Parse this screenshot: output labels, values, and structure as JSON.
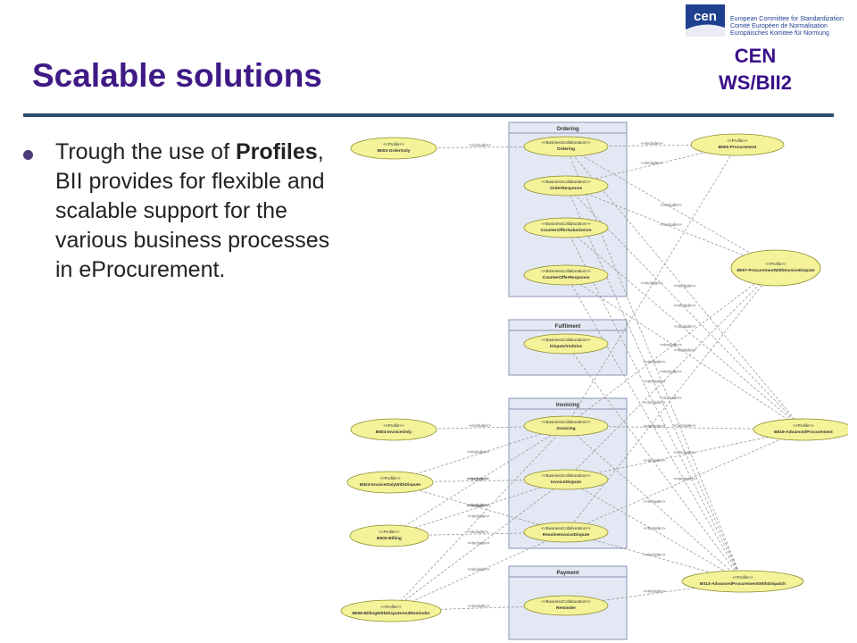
{
  "header": {
    "logo_text": "cen",
    "org_lines": [
      "European Committee for Standardization",
      "Comité Européen de Normalisation",
      "Europäisches Komitee für Normung"
    ],
    "tag_line1": "CEN",
    "tag_line2": "WS/BII2"
  },
  "slide": {
    "title": "Scalable solutions",
    "bullet_pre": "Trough the use of ",
    "bullet_bold": "Profiles",
    "bullet_post": ", BII provides for flexible and scalable support for the various business processes in eProcurement."
  },
  "colors": {
    "title": "#3f1a86",
    "ellipse_fill": "#f4f39a",
    "ellipse_stroke": "#8c8a2a",
    "package_fill": "#e4e8f4",
    "package_stroke": "#8a94b4",
    "edge": "#9a9a9a"
  },
  "diagram": {
    "packages": [
      {
        "id": "pkg-ordering",
        "label": "Ordering"
      },
      {
        "id": "pkg-fulfilment",
        "label": "Fulfilment"
      },
      {
        "id": "pkg-invoicing",
        "label": "Invoicing"
      },
      {
        "id": "pkg-payment",
        "label": "Payment"
      }
    ],
    "stereotypes": {
      "profile": "<<Profile>>",
      "collab": "<<BusinessCollaboration>>",
      "include": "<<include>>"
    },
    "profiles_left": [
      {
        "id": "bii03",
        "label": "BII03-OrderOnly"
      },
      {
        "id": "bii04",
        "label": "BII04-InvoiceOnly"
      },
      {
        "id": "bii23",
        "label": "BII23-InvoiceOnlyWithDispute"
      },
      {
        "id": "bii05",
        "label": "BII05-Billing"
      },
      {
        "id": "bii08",
        "label": "BII08-BillingWithDisputeAndReminder"
      }
    ],
    "profiles_right": [
      {
        "id": "bii06",
        "label": "BII06-Procurement"
      },
      {
        "id": "bii07",
        "label": "BII07-ProcurementWithInvoiceDispute"
      },
      {
        "id": "bii19",
        "label": "BII19-AdvancedProcurement"
      },
      {
        "id": "bii13",
        "label": "BII13-AdvancedProcurementWithDispatch"
      }
    ],
    "collaborations": [
      {
        "id": "ordering",
        "label": "Ordering"
      },
      {
        "id": "orderresponse",
        "label": "OrderResponse"
      },
      {
        "id": "counteroffersubmission",
        "label": "CounterOfferSubmission"
      },
      {
        "id": "counterofferresponse",
        "label": "CounterOfferResponse"
      },
      {
        "id": "dispatchadvice",
        "label": "DispatchAdvice"
      },
      {
        "id": "invoicing",
        "label": "Invoicing"
      },
      {
        "id": "invoicedispute",
        "label": "InvoiceDispute"
      },
      {
        "id": "resolveinvoicedispute",
        "label": "ResolveInvoiceDispute"
      },
      {
        "id": "reminder",
        "label": "Reminder"
      }
    ]
  }
}
